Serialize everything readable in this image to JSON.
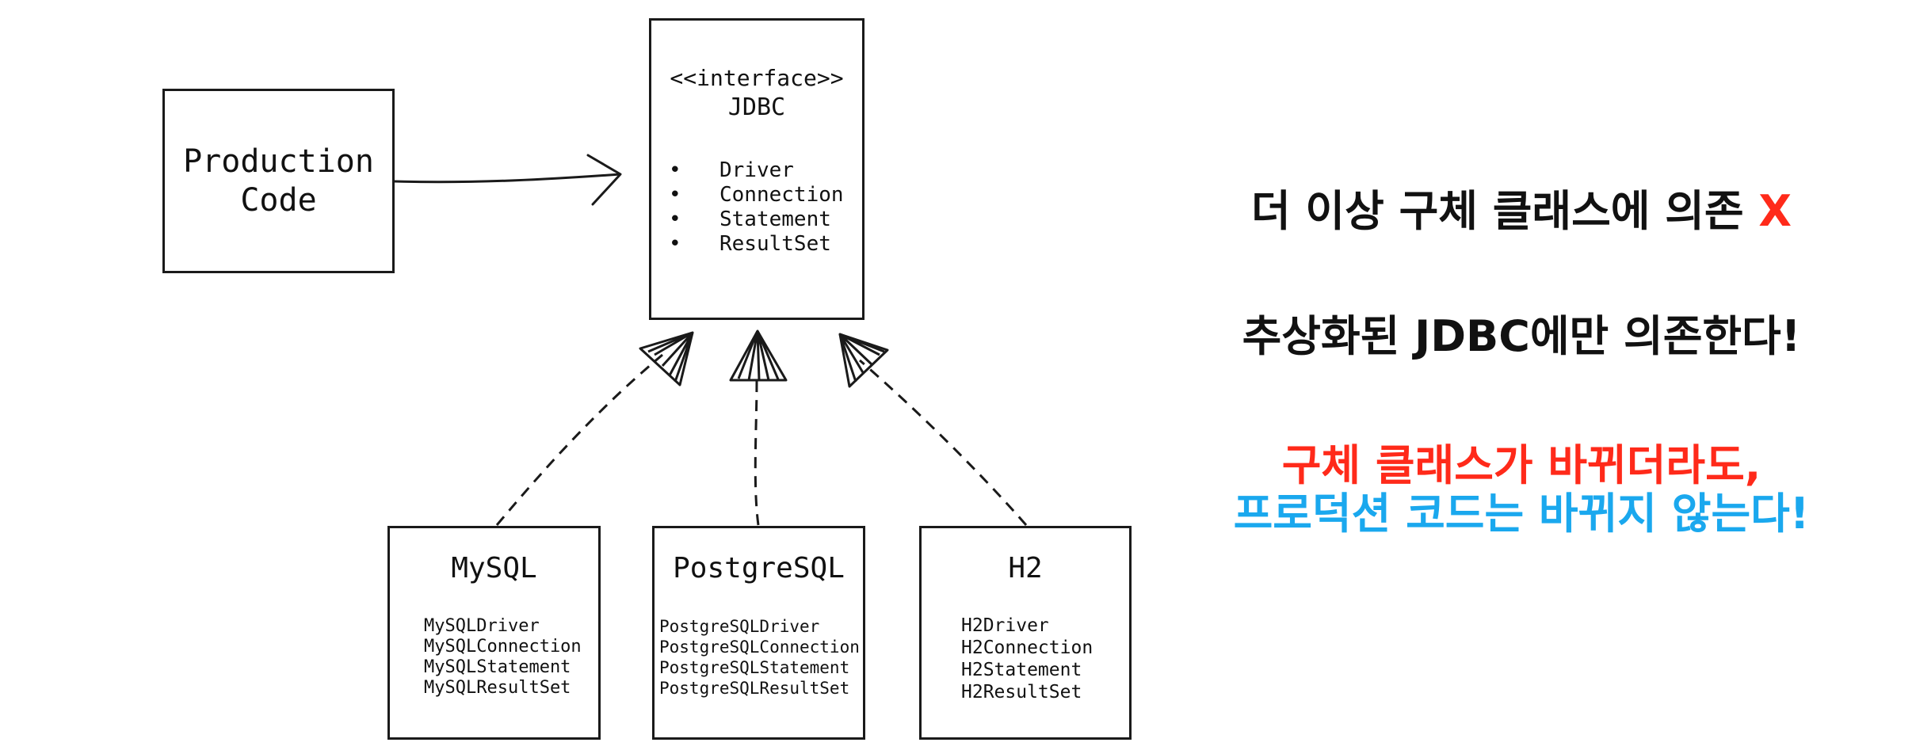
{
  "production": {
    "line1": "Production",
    "line2": "Code"
  },
  "jdbc": {
    "stereotype": "<<interface>>",
    "name": "JDBC",
    "bullet": "•",
    "items": [
      "Driver",
      "Connection",
      "Statement",
      "ResultSet"
    ]
  },
  "implementations": [
    {
      "title": "MySQL",
      "classes": [
        "MySQLDriver",
        "MySQLConnection",
        "MySQLStatement",
        "MySQLResultSet"
      ]
    },
    {
      "title": "PostgreSQL",
      "classes": [
        "PostgreSQLDriver",
        "PostgreSQLConnection",
        "PostgreSQLStatement",
        "PostgreSQLResultSet"
      ]
    },
    {
      "title": "H2",
      "classes": [
        "H2Driver",
        "H2Connection",
        "H2Statement",
        "H2ResultSet"
      ]
    }
  ],
  "notes": {
    "line1_text": "더 이상 구체 클래스에 의존 ",
    "line1_mark": "X",
    "line2": "추상화된 JDBC에만 의존한다!",
    "line3": "구체 클래스가 바뀌더라도,",
    "line4_a": "프로덕션 코드는 ",
    "line4_b": "바뀌지 않는다!"
  },
  "colors": {
    "line": "#1a1a1a",
    "emphasis_red": "#ff2a1a",
    "emphasis_blue": "#1aa8ee",
    "note_black": "#111111"
  }
}
